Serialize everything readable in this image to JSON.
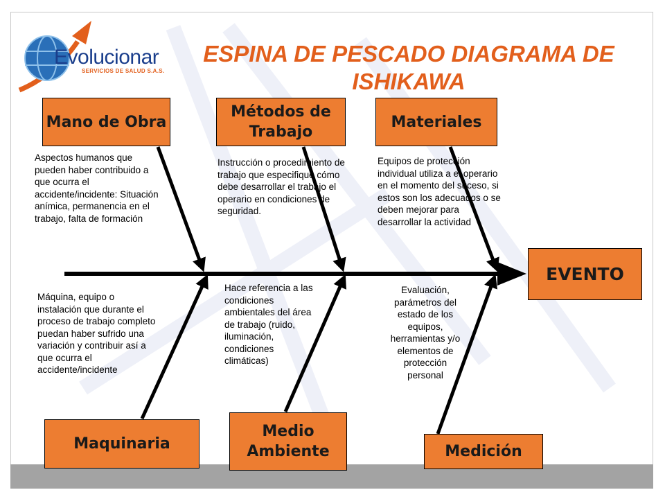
{
  "logo": {
    "name": "Evolucionar",
    "subtitle": "SERVICIOS DE SALUD S.A.S."
  },
  "title": "ESPINA DE PESCADO DIAGRAMA DE ISHIKAWA",
  "effect": "EVENTO",
  "categories": {
    "mano_de_obra": {
      "label": "Mano de Obra",
      "description": "Aspectos humanos que pueden haber contribuido a que ocurra el accidente/incidente: Situación anímica, permanencia en el trabajo, falta de formación"
    },
    "metodos": {
      "label": "Métodos de Trabajo",
      "description": "Instrucción o procedimiento de trabajo que especifique cómo debe desarrollar el trabajo el operario en condiciones de seguridad."
    },
    "materiales": {
      "label": "Materiales",
      "description": "Equipos de protección individual utiliza a el operario en el momento del suceso, si estos son los adecuados o se deben mejorar para desarrollar la actividad"
    },
    "maquinaria": {
      "label": "Maquinaria",
      "description": "Máquina, equipo o instalación que durante el proceso de trabajo completo puedan haber sufrido una variación y contribuir así a que ocurra el accidente/incidente"
    },
    "medio_ambiente": {
      "label": "Medio Ambiente",
      "description": "Hace referencia a las condiciones ambientales del área de trabajo (ruido, iluminación, condiciones climáticas)"
    },
    "medicion": {
      "label": "Medición",
      "description": "Evaluación, parámetros del estado de los equipos, herramientas y/o elementos de protección personal"
    }
  },
  "colors": {
    "box_fill": "#ed7d31",
    "title": "#e25f1c",
    "arrows": "#000000",
    "logo_blue": "#1a3e8c",
    "logo_orange": "#e25f1c"
  }
}
